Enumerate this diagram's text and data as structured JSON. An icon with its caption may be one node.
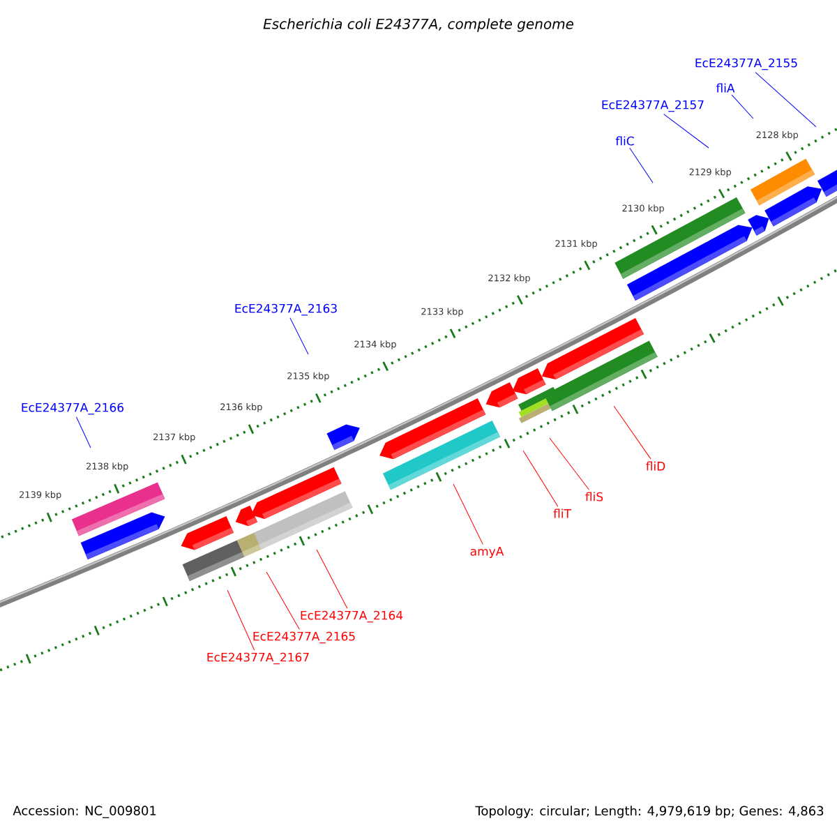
{
  "diagram": {
    "title": "Escherichia coli E24377A, complete genome",
    "nodes": [
      {
        "text": [
          "EcE24377A_2155"
        ]
      },
      {
        "text": [
          "fliA"
        ]
      },
      {
        "text": [
          "EcE24377A_2157"
        ]
      },
      {
        "text": [
          "fliC"
        ]
      },
      {
        "text": [
          "EcE24377A_2163"
        ]
      },
      {
        "text": [
          "EcE24377A_2166"
        ]
      },
      {
        "text": [
          "fliD"
        ]
      },
      {
        "text": [
          "fliS"
        ]
      },
      {
        "text": [
          "fliT"
        ]
      },
      {
        "text": [
          "amyA"
        ]
      },
      {
        "text": [
          "EcE24377A_2164"
        ]
      },
      {
        "text": [
          "EcE24377A_2165"
        ]
      },
      {
        "text": [
          "EcE24377A_2167"
        ]
      }
    ],
    "edges": [
      {
        "from": 0,
        "to": null,
        "arrow": "none",
        "color": "#0000ff"
      },
      {
        "from": 1,
        "to": null,
        "arrow": "none",
        "color": "#0000ff"
      },
      {
        "from": 2,
        "to": null,
        "arrow": "none",
        "color": "#0000ff"
      },
      {
        "from": 3,
        "to": null,
        "arrow": "none",
        "color": "#0000ff"
      },
      {
        "from": 4,
        "to": null,
        "arrow": "none",
        "color": "#0000ff"
      },
      {
        "from": 5,
        "to": null,
        "arrow": "none",
        "color": "#0000ff"
      },
      {
        "from": 6,
        "to": null,
        "arrow": "none"
      },
      {
        "from": 7,
        "to": null,
        "arrow": "none"
      },
      {
        "from": 8,
        "to": null,
        "arrow": "none"
      },
      {
        "from": 9,
        "to": null,
        "arrow": "none"
      },
      {
        "from": 10,
        "to": null,
        "arrow": "none"
      },
      {
        "from": 11,
        "to": null,
        "arrow": "none"
      },
      {
        "from": 12,
        "to": null,
        "arrow": "none"
      }
    ],
    "labels": [
      "2128 kbp",
      "2129 kbp",
      "2130 kbp",
      "2131 kbp",
      "2132 kbp",
      "2133 kbp",
      "2134 kbp",
      "2135 kbp",
      "2136 kbp",
      "2137 kbp",
      "2138 kbp",
      "2139 kbp",
      "Accession: NC_009801",
      "Topology: circular; Length: 4,979,619 bp; Genes: 4,863"
    ]
  }
}
